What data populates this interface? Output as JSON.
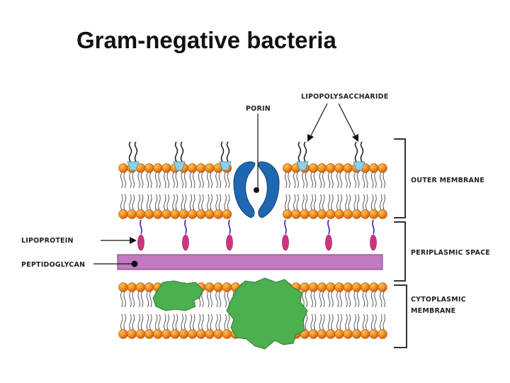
{
  "title": "Gram-negative bacteria",
  "labels": {
    "porin": "PORIN",
    "lipopolysaccharide": "LIPOPOLYSACCHARIDE",
    "outer_membrane": "OUTER MEMBRANE",
    "lipoprotein": "LIPOPROTEIN",
    "peptidoglycan": "PEPTIDOGLYCAN",
    "periplasmic_space": "PERIPLASMIC SPACE",
    "cytoplasmic_membrane_line1": "CYTOPLASMIC",
    "cytoplasmic_membrane_line2": "MEMBRANE"
  },
  "colors": {
    "lipid_head": "#f08c1e",
    "lipid_head_highlight": "#f7c35a",
    "tail": "#444444",
    "lps_core": "#8fd0e6",
    "porin": "#1f67b1",
    "peptidoglycan": "#c27ac2",
    "lipoprotein": "#d0337e",
    "lipoprotein_anchor": "#5533aa",
    "membrane_protein": "#4caf50",
    "bracket": "#333333"
  }
}
